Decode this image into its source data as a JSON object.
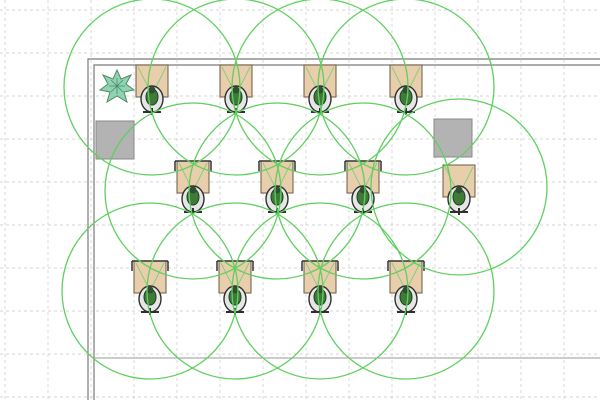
{
  "colors": {
    "background": "#ffffff",
    "grid": "#c8c8c8",
    "wall": "#7a7a7a",
    "desk": "#e8ceaa",
    "desk_stroke": "#6b5a44",
    "chair": "#2f2f2f",
    "person": "#3f7a3a",
    "coverage_circle": "#5fcf5f",
    "cabinet": "#b3b3b3",
    "plant": "#8fd3b0"
  },
  "icons": {
    "workstation": "office-desk-with-chair-icon",
    "plant": "potted-plant-icon",
    "cabinet": "storage-cabinet-icon"
  },
  "workstations": [
    {
      "row": 1,
      "col": 1,
      "facing": "up"
    },
    {
      "row": 1,
      "col": 2,
      "facing": "up"
    },
    {
      "row": 1,
      "col": 3,
      "facing": "up"
    },
    {
      "row": 1,
      "col": 4,
      "facing": "up"
    },
    {
      "row": 2,
      "col": 1,
      "facing": "down"
    },
    {
      "row": 2,
      "col": 2,
      "facing": "down"
    },
    {
      "row": 2,
      "col": 3,
      "facing": "down"
    },
    {
      "row": 2,
      "col": 4,
      "facing": "up"
    },
    {
      "row": 3,
      "col": 1,
      "facing": "down"
    },
    {
      "row": 3,
      "col": 2,
      "facing": "down"
    },
    {
      "row": 3,
      "col": 3,
      "facing": "down"
    },
    {
      "row": 3,
      "col": 4,
      "facing": "down"
    }
  ]
}
